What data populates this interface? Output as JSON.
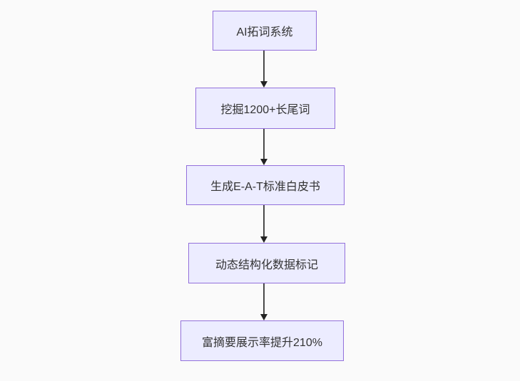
{
  "diagram": {
    "type": "flowchart-top-down",
    "colors": {
      "background": "#fafafa",
      "node_fill": "#ECECFF",
      "node_border": "#9370DB",
      "text": "#333333",
      "arrow": "#333333"
    },
    "nodes": [
      {
        "label": "AI拓词系统"
      },
      {
        "label": "挖掘1200+长尾词"
      },
      {
        "label": "生成E-A-T标准白皮书"
      },
      {
        "label": "动态结构化数据标记"
      },
      {
        "label": "富摘要展示率提升210%"
      }
    ],
    "edges": [
      {
        "from": 0,
        "to": 1,
        "arrow": "down"
      },
      {
        "from": 1,
        "to": 2,
        "arrow": "down"
      },
      {
        "from": 2,
        "to": 3,
        "arrow": "down"
      },
      {
        "from": 3,
        "to": 4,
        "arrow": "down"
      }
    ]
  }
}
